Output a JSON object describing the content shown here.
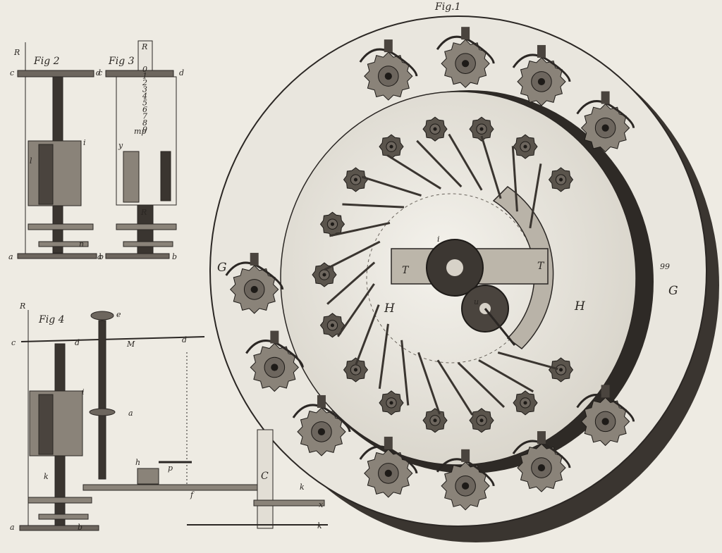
{
  "figures": {
    "fig1": "Fig.1",
    "fig2": "Fig 2",
    "fig3": "Fig 3",
    "fig4": "Fig 4"
  },
  "fig1_labels": {
    "G_left": "G",
    "G_right": "G",
    "H_left": "H",
    "H_right": "H",
    "T_left": "T",
    "T_right": "T",
    "i": "i",
    "u": "u",
    "number": "99"
  },
  "fig2_labels": {
    "R": "R",
    "c": "c",
    "d": "d",
    "a": "a",
    "b": "b",
    "i": "i",
    "n": "n",
    "l": "l"
  },
  "fig3_labels": {
    "R_top": "R",
    "R_bottom": "R",
    "c": "c",
    "d": "d",
    "a": "a",
    "b": "b",
    "scale": [
      "0",
      "1",
      "2",
      "3",
      "4",
      "5",
      "6",
      "7",
      "8",
      "9"
    ],
    "y": "y",
    "mp": "mp"
  },
  "fig4_labels": {
    "R": "R",
    "c": "c",
    "d": "d",
    "d2": "d",
    "M": "M",
    "e": "e",
    "a": "a",
    "b": "b",
    "i": "i",
    "k": "k",
    "f": "f",
    "a2": "a",
    "h": "h",
    "p": "p",
    "C": "C",
    "kk": "k",
    "x": "x",
    "kkk": "k"
  }
}
